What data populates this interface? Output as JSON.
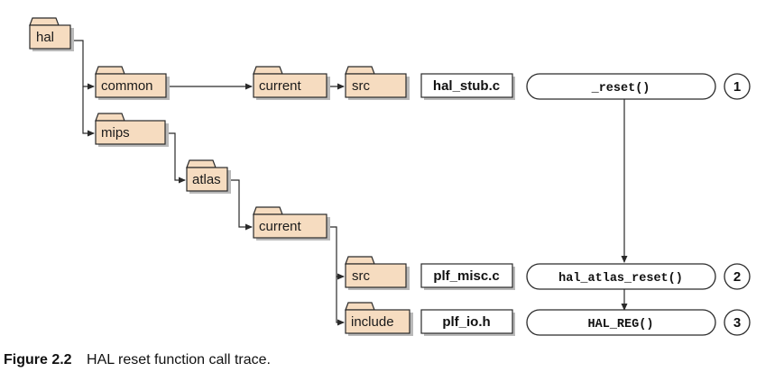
{
  "folders": {
    "hal": "hal",
    "common": "common",
    "common_current": "current",
    "common_src": "src",
    "mips": "mips",
    "atlas": "atlas",
    "atlas_current": "current",
    "current_src": "src",
    "current_include": "include"
  },
  "files": {
    "hal_stub": "hal_stub.c",
    "plf_misc": "plf_misc.c",
    "plf_io": "plf_io.h"
  },
  "functions": {
    "reset": "_reset()",
    "hal_atlas_reset": "hal_atlas_reset()",
    "hal_reg": "HAL_REG()"
  },
  "steps": {
    "one": "1",
    "two": "2",
    "three": "3"
  },
  "caption": {
    "label": "Figure 2.2",
    "text": "HAL reset function call trace."
  }
}
